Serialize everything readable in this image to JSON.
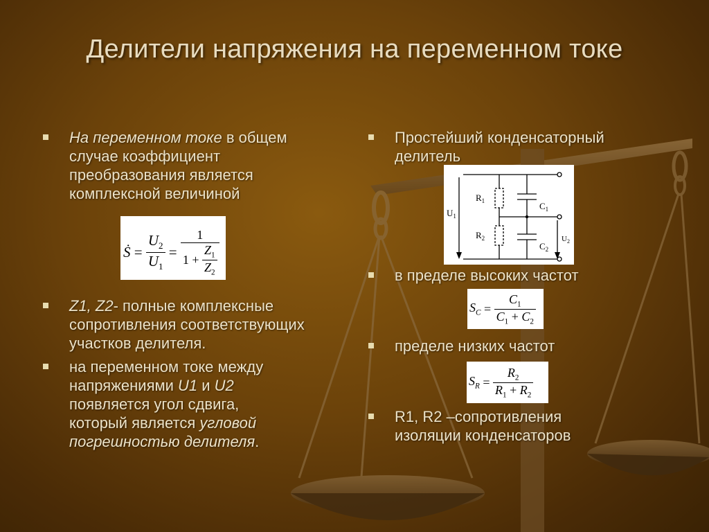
{
  "slide": {
    "title": "Делители напряжения на переменном токе"
  },
  "left_column": {
    "bullet1": {
      "italic": "На переменном токе",
      "rest_line1": " в общем",
      "line2": "случае коэффициент",
      "line3": "преобразования является",
      "line4": "комплексной величиной"
    },
    "formula1": {
      "S": "S",
      "U2": "U",
      "U2_sub": "2",
      "U1": "U",
      "U1_sub": "1",
      "eq": "=",
      "one": "1",
      "one_plus": "1 +",
      "Z1": "Z",
      "Z1_sub": "1",
      "Z2": "Z",
      "Z2_sub": "2"
    },
    "bullet2": {
      "italic": "Z1, Z2",
      "rest_line1": "- полные комплексные",
      "line2": "сопротивления соответствующих",
      "line3": "участков делителя."
    },
    "bullet3": {
      "line1": "на переменном токе между",
      "line2_pre": "напряжениями ",
      "line2_u1": "U1",
      "line2_mid": " и ",
      "line2_u2": "U2",
      "line3": "появляется угол сдвига,",
      "line4_pre": "который является ",
      "line4_italic": "угловой",
      "line5_italic": "погрешностью делителя",
      "line5_end": "."
    }
  },
  "right_column": {
    "bullet1": {
      "line1": "Простейший конденсаторный",
      "line2": "делитель"
    },
    "circuit": {
      "R1": "R",
      "R1_sub": "1",
      "R2": "R",
      "R2_sub": "2",
      "C1": "C",
      "C1_sub": "1",
      "C2": "C",
      "C2_sub": "2",
      "U1": "U",
      "U1_sub": "1",
      "U2": "U",
      "U2_sub": "2"
    },
    "bullet2": {
      "text": "в пределе высоких частот"
    },
    "formula2": {
      "S": "S",
      "S_sub": "C",
      "eq": "=",
      "num": "C",
      "num_sub": "1",
      "den_a": "C",
      "den_a_sub": "1",
      "plus": "+",
      "den_b": "C",
      "den_b_sub": "2"
    },
    "bullet3": {
      "text": "пределе низких частот"
    },
    "formula3": {
      "S": "S",
      "S_sub": "R",
      "eq": "=",
      "num": "R",
      "num_sub": "2",
      "den_a": "R",
      "den_a_sub": "1",
      "plus": "+",
      "den_b": "R",
      "den_b_sub": "2"
    },
    "bullet4": {
      "line1": "R1, R2 –сопротивления",
      "line2": "изоляции конденсаторов"
    }
  }
}
